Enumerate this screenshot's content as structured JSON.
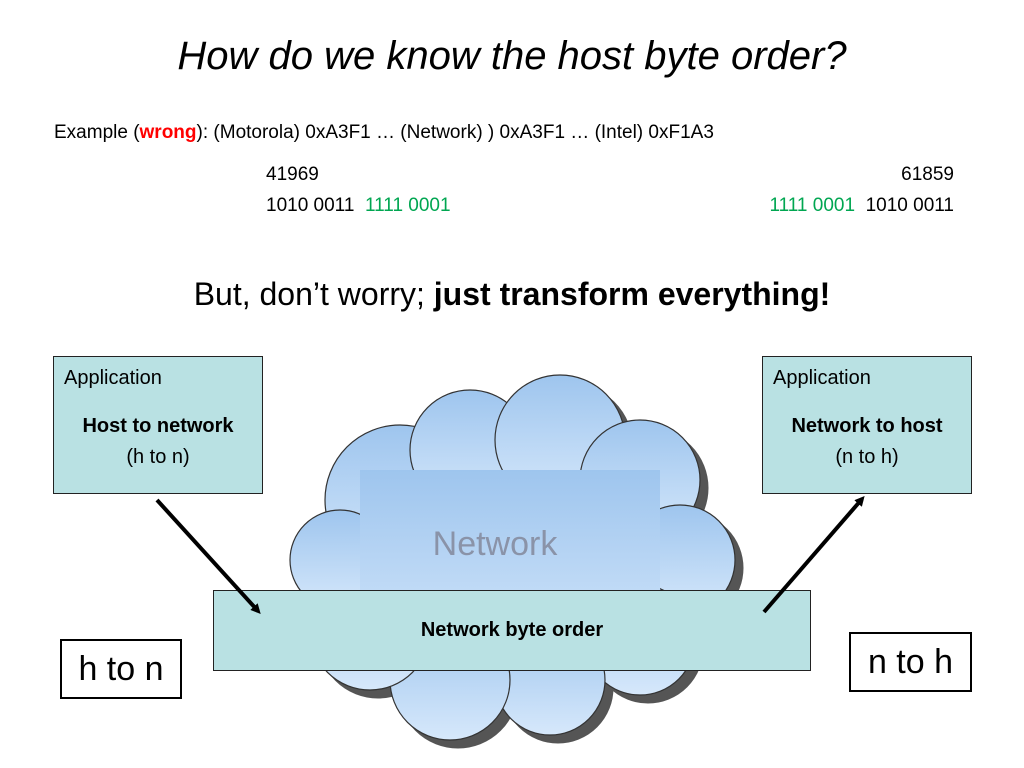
{
  "title": "How do we know the host byte order?",
  "example": {
    "prefix": "Example (",
    "wrong": "wrong",
    "rest": "): (Motorola) 0xA3F1 … (Network) ) 0xA3F1 …  (Intel) 0xF1A3"
  },
  "left_values": {
    "decimal": "41969",
    "bits_black": "1010 0011",
    "bits_green": "1111 0001"
  },
  "right_values": {
    "decimal": "61859",
    "bits_green": "1111 0001",
    "bits_black": "1010 0011"
  },
  "subtitle": {
    "normal": "But, don’t worry; ",
    "bold": "just transform everything!"
  },
  "left_app": {
    "label": "Application",
    "function": "Host to network",
    "abbr": "(h to n)"
  },
  "right_app": {
    "label": "Application",
    "function": "Network to host",
    "abbr": "(n to h)"
  },
  "cloud_label": "Network",
  "network_byte_order": "Network byte order",
  "left_big_label": "h to n",
  "right_big_label": "n to h",
  "colors": {
    "box_fill": "#b9e1e3",
    "cloud_fill": "#b3d3f5",
    "wrong": "#ff0000",
    "bits_highlight": "#00a651"
  }
}
